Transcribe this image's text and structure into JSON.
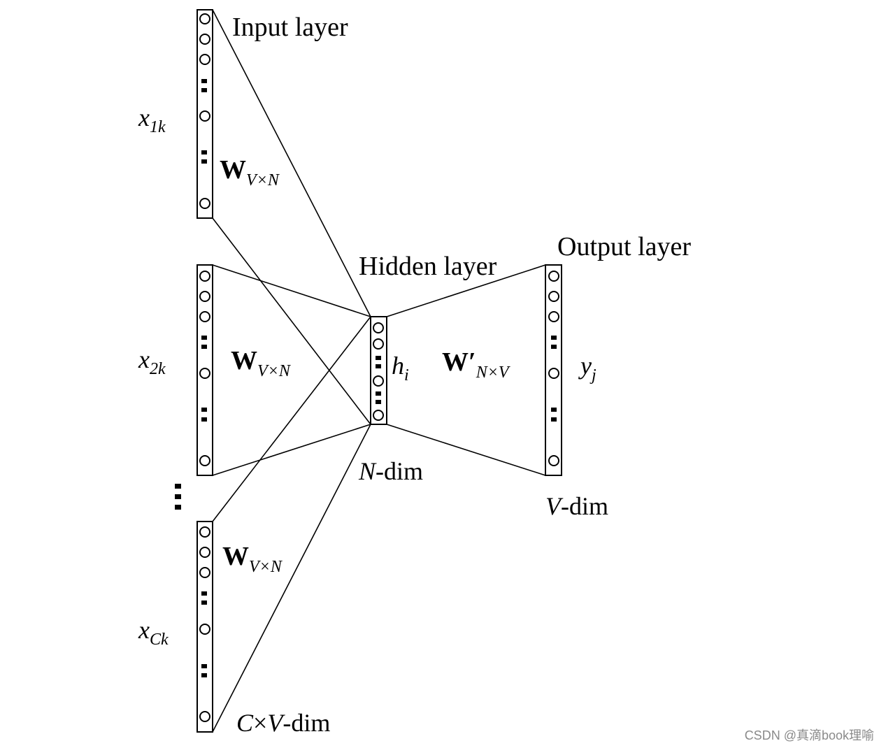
{
  "labels": {
    "input_layer": "Input layer",
    "hidden_layer": "Hidden layer",
    "output_layer": "Output layer",
    "n_dim_var": "N",
    "n_dim_suffix": "-dim",
    "v_dim_var": "V",
    "v_dim_suffix": "-dim",
    "cv_dim_c": "C",
    "cv_dim_times": "×",
    "cv_dim_v": "V",
    "cv_dim_suffix": "-dim"
  },
  "variables": {
    "x1": {
      "base": "x",
      "sub": "1k"
    },
    "x2": {
      "base": "x",
      "sub": "2k"
    },
    "xC": {
      "base": "x",
      "sub": "Ck"
    },
    "h": {
      "base": "h",
      "sub": "i"
    },
    "y": {
      "base": "y",
      "sub": "j"
    }
  },
  "weights": {
    "w_symbol": "W",
    "w_sub": "V×N",
    "wprime_symbol": "W′",
    "wprime_sub": "N×V"
  },
  "watermark": "CSDN @真滴book理喻"
}
